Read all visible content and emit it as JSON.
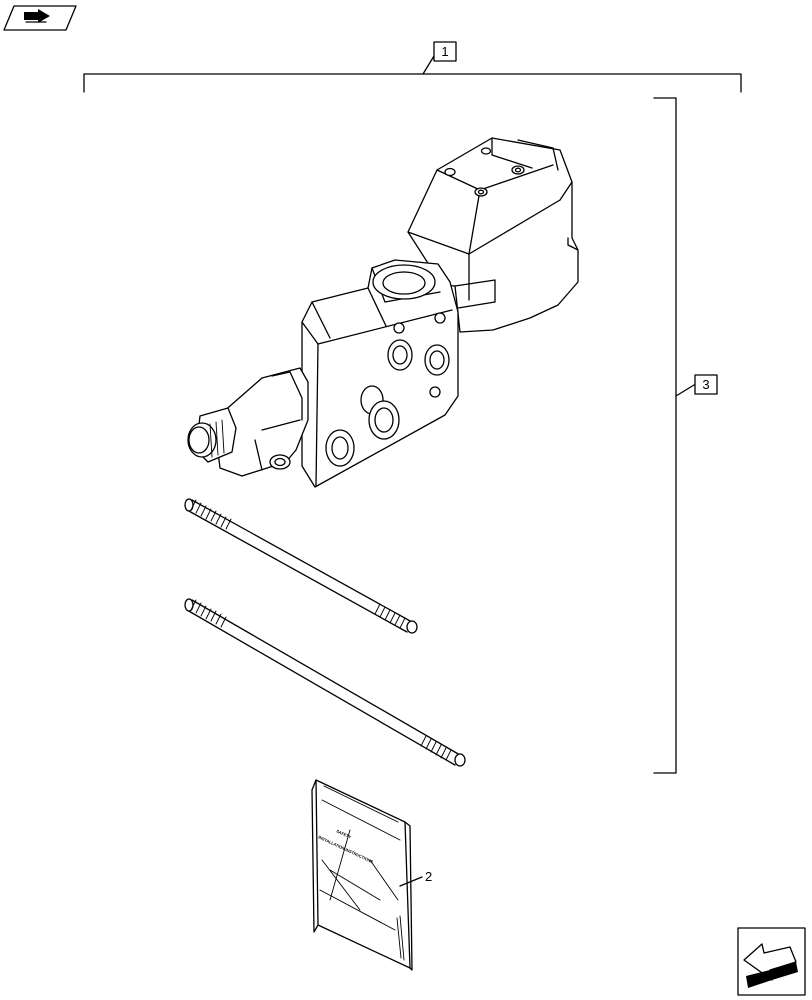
{
  "callouts": {
    "kit": "1",
    "manual": "2",
    "valve_assembly": "3"
  },
  "manual_cover": {
    "line1": "SAFETY",
    "line2": "INSTALLATION INSTRUCTIONS"
  },
  "icons": {
    "top_left": "book-open-icon",
    "bottom_right": "next-page-arrow-icon"
  }
}
